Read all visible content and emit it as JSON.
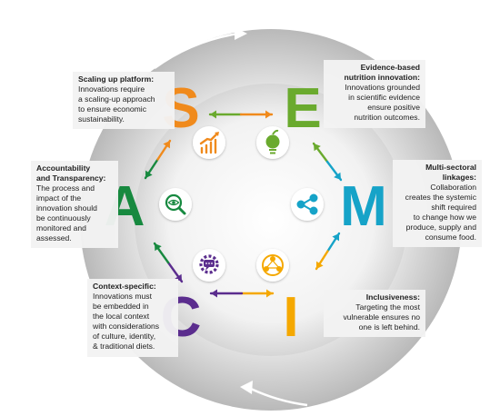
{
  "letters": {
    "s": {
      "text": "S",
      "color": "#f08a1c"
    },
    "e": {
      "text": "E",
      "color": "#6aaa2e"
    },
    "m": {
      "text": "M",
      "color": "#16a3c8"
    },
    "i": {
      "text": "I",
      "color": "#f5a800"
    },
    "c": {
      "text": "C",
      "color": "#5b2d8e"
    },
    "a": {
      "text": "A",
      "color": "#17893f"
    }
  },
  "boxes": {
    "scaling": {
      "title": "Scaling up platform:",
      "lines": [
        "Innovations require",
        "a scaling-up approach",
        "to ensure economic",
        "sustainability."
      ]
    },
    "evidence": {
      "title": [
        "Evidence-based",
        "nutrition innovation:"
      ],
      "lines": [
        "Innovations grounded",
        "in scientific evidence",
        "ensure positive",
        "nutrition outcomes."
      ]
    },
    "multisectoral": {
      "title": [
        "Multi-sectoral",
        "linkages:"
      ],
      "lines": [
        "Collaboration",
        "creates the systemic",
        "shift required",
        "to change how we",
        "produce, supply and",
        "consume food."
      ]
    },
    "inclusiveness": {
      "title": "Inclusiveness:",
      "lines": [
        "Targeting the most",
        "vulnerable ensures no",
        "one is left behind."
      ]
    },
    "context": {
      "title": "Context-specific:",
      "lines": [
        "Innovations must",
        "be embedded in",
        "the local context",
        "with considerations",
        "of culture, identity,",
        "& traditional diets."
      ]
    },
    "accountability": {
      "title": [
        "Accountability",
        "and Transparency:"
      ],
      "lines": [
        "The process and",
        "impact of the",
        "innovation should",
        "be continuously",
        "monitored and",
        "assessed."
      ]
    }
  },
  "icons": {
    "scaling": {
      "name": "growth-chart-icon",
      "color": "#f08a1c"
    },
    "evidence": {
      "name": "apple-lightbulb-icon",
      "color": "#6aaa2e"
    },
    "multisectoral": {
      "name": "share-network-icon",
      "color": "#16a3c8"
    },
    "inclusiveness": {
      "name": "community-network-icon",
      "color": "#f5a800"
    },
    "context": {
      "name": "gear-chat-icon",
      "color": "#5b2d8e"
    },
    "accountability": {
      "name": "magnifier-eye-icon",
      "color": "#17893f"
    }
  },
  "arrow_colors": {
    "s_e": [
      "#6aaa2e",
      "#f08a1c"
    ],
    "e_m": [
      "#6aaa2e",
      "#16a3c8"
    ],
    "m_i": [
      "#16a3c8",
      "#f5a800"
    ],
    "i_c": [
      "#f5a800",
      "#5b2d8e"
    ],
    "c_a": [
      "#5b2d8e",
      "#17893f"
    ],
    "a_s": [
      "#17893f",
      "#f08a1c"
    ]
  }
}
